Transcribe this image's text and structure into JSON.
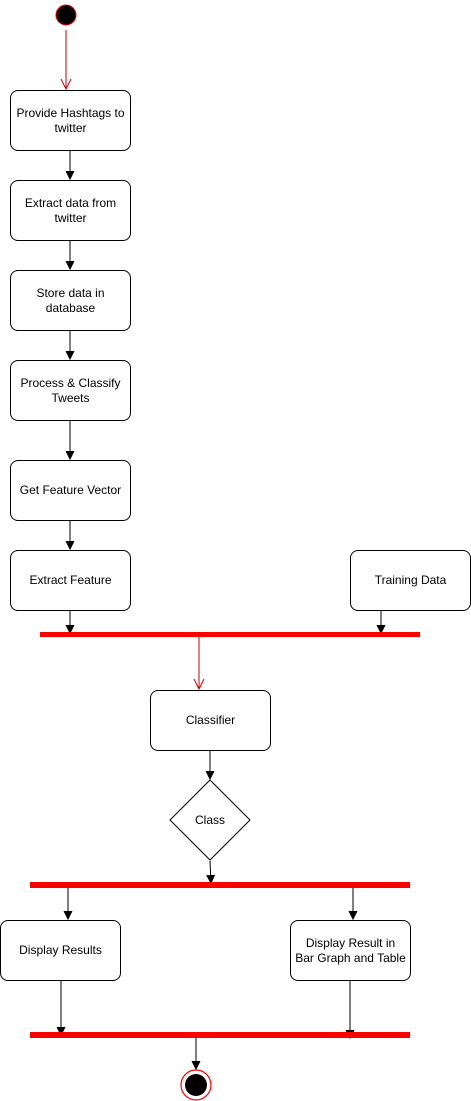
{
  "nodes": {
    "provide_hashtags": "Provide Hashtags to twitter",
    "extract_data": "Extract data from twitter",
    "store_data": "Store data in database",
    "process_classify": "Process & Classify Tweets",
    "feature_vector": "Get Feature Vector",
    "extract_feature": "Extract Feature",
    "training_data": "Training Data",
    "classifier": "Classifier",
    "class_decision": "Class",
    "display_results": "Display Results",
    "display_bar_graph": "Display Result in Bar Graph and Table"
  },
  "colors": {
    "bar": "#ff0000",
    "red_arrow": "#cc0000",
    "line": "#000000",
    "start_fill": "#000000",
    "end_ring": "#ff0000"
  }
}
